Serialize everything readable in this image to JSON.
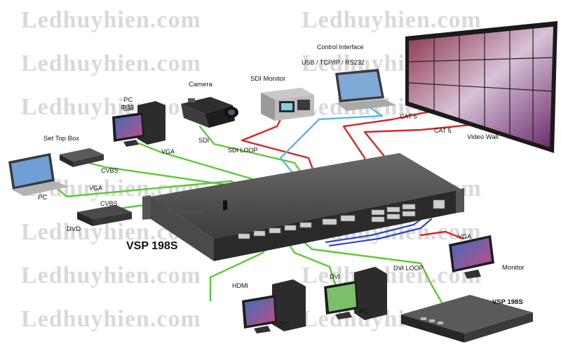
{
  "watermark": {
    "text": "Ledhuyhien.com"
  },
  "devices": {
    "control_interface": "Control Interface",
    "control_protocols": "USB / TCP/IP / RS232",
    "sdi_monitor": "SDI Monitor",
    "camera": "Camera",
    "pc_top": "PC",
    "pc_top_cn": "电脑",
    "set_top_box": "Set Top Box",
    "pc_left": "PC",
    "dvd": "DVD",
    "video_wall": "Video Wall",
    "processor_main": "VSP 198S",
    "processor_secondary": "VSP 198S",
    "monitor": "Monitor",
    "pc_bottom_left": "PC",
    "pc_bottom_right": "PC"
  },
  "cables": {
    "vga_top": "VGA",
    "sdi": "SDI",
    "sdi_loop": "SDI LOOP",
    "cvbs_top": "CVBS",
    "vga_left": "VGA",
    "cvbs_left": "CVBS",
    "cat5_a": "CAT 5",
    "cat5_b": "CAT 5",
    "vga_monitor": "VGA",
    "dvi_loop": "DVI LOOP",
    "dvi": "DVI",
    "hdmi": "HDMI"
  },
  "colors": {
    "green_cable": "#5fc936",
    "red_cable": "#d42828",
    "cyan_cable": "#5fb8de",
    "blue_cable": "#2c47c8",
    "device_dark": "#2b2b2b",
    "watermark": "#d9d9d9"
  }
}
